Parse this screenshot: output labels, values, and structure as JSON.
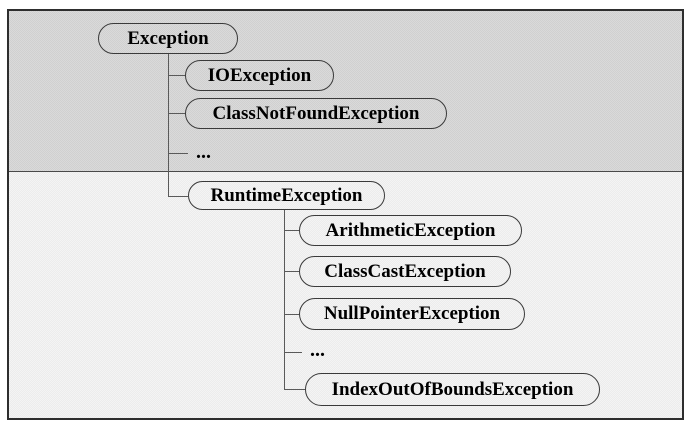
{
  "diagram": {
    "description": "Java exception class hierarchy tree",
    "nodes": {
      "exception": "Exception",
      "io_exception": "IOException",
      "class_not_found_exception": "ClassNotFoundException",
      "ellipsis_upper": "...",
      "runtime_exception": "RuntimeException",
      "arithmetic_exception": "ArithmeticException",
      "class_cast_exception": "ClassCastException",
      "null_pointer_exception": "NullPointerException",
      "ellipsis_lower": "...",
      "index_out_of_bounds_exception": "IndexOutOfBoundsException"
    },
    "colors": {
      "outer_background": "#ffffff",
      "frame_border": "#2e2e2e",
      "top_band": "#d5d5d5",
      "bottom_band": "#f0f0f0",
      "band_divider": "#4a4a4a",
      "node_border": "#3a3a3a",
      "connector": "#5a5a5a",
      "text": "#000000"
    }
  }
}
